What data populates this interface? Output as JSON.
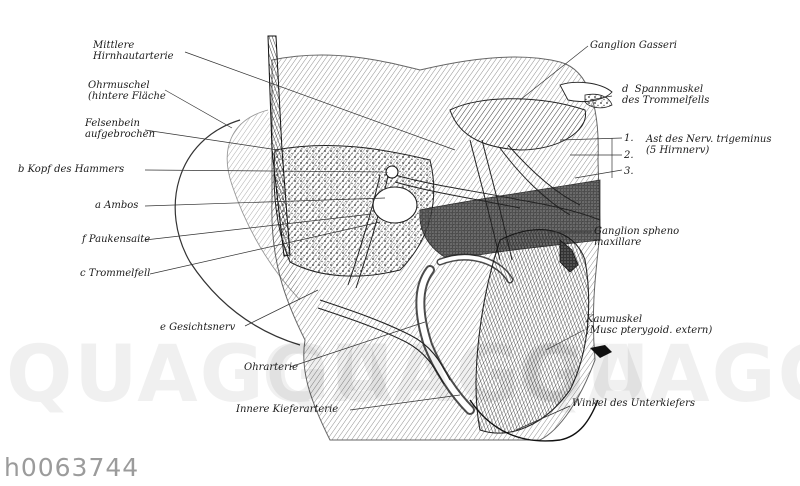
{
  "labels": {
    "mittlere": "Mittlere\nHirnhautarterie",
    "ohrmuschel": "Ohrmuschel\n(hintere Fläche",
    "felsenbein": "Felsenbein\naufgebrochen",
    "kopf": "b Kopf des Hammers",
    "ambos": "a  Ambos",
    "paukensaite": "f  Paukensaite",
    "trommelfell": "c  Trommelfell",
    "gesichtsnerv": "e  Gesichtsnerv",
    "ohrarterie": "Ohrarterie",
    "kieferarterie": "Innere Kieferarterie",
    "ganglion_gasseri": "Ganglion Gasseri",
    "spannmuskel": "d  Spannmuskel\ndes Trommelfells",
    "ast": "Ast des Nerv. trigeminus\n(5 Hirnnerv)",
    "n1": "1.",
    "n2": "2.",
    "n3": "3.",
    "ganglion_spheno": "Ganglion spheno\nmaxillare",
    "kaumuskel": "Kaumuskel\n(Musc pterygoid. extern)",
    "winkel": "Winkel des Unterkiefers"
  },
  "watermark": [
    "QUAGGA",
    "QUAGGA",
    "QUAGGA"
  ],
  "image_id": "h0063744"
}
